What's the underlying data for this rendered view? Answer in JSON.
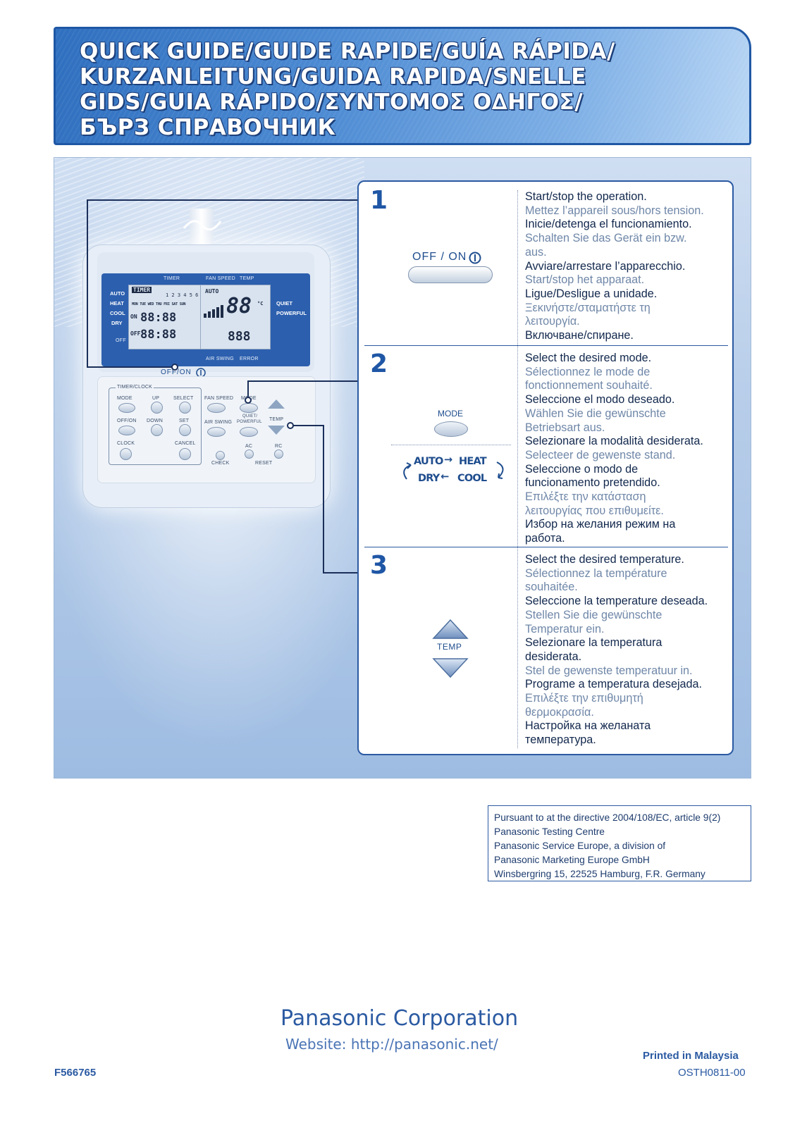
{
  "header": {
    "title_lines": [
      "QUICK GUIDE/GUIDE RAPIDE/GUÍA RÁPIDA/",
      "KURZANLEITUNG/GUIDA RAPIDA/SNELLE",
      "GIDS/GUIA RÁPIDO/ΣΥΝΤΟΜΟΣ Ο∆ΗΓΟΣ/",
      "БЪРЗ СПРАВОЧНИК"
    ]
  },
  "remote": {
    "lcd_top_labels": [
      "TIMER",
      "FAN SPEED",
      "TEMP"
    ],
    "lcd_modes_left": [
      "AUTO",
      "HEAT",
      "COOL",
      "DRY"
    ],
    "lcd_off": "OFF",
    "lcd_modes_right": [
      "QUIET",
      "POWERFUL"
    ],
    "lcd_timer_tag": "TIMER",
    "lcd_numbers": "1 2 3 4 5 6",
    "lcd_days": "MON TUE WED THU FRI SAT SUN",
    "lcd_auto": "AUTO",
    "lcd_on": "ON",
    "lcd_off_tag": "OFF",
    "lcd_time": "88:88",
    "lcd_temp": "88",
    "lcd_unit": "°C",
    "lcd_error_digits": "888",
    "lcd_bottom_labels": [
      "AIR SWING",
      "ERROR"
    ],
    "offon": "OFF/ON",
    "group_label": "TIMER/CLOCK",
    "buttons": {
      "mode": "MODE",
      "up": "UP",
      "select": "SELECT",
      "offon": "OFF/ON",
      "down": "DOWN",
      "set": "SET",
      "clock": "CLOCK",
      "cancel": "CANCEL",
      "fan_speed": "FAN SPEED",
      "mode2": "MODE",
      "air_swing": "AIR SWING",
      "quiet": "QUIET/",
      "powerful": "POWERFUL",
      "temp": "TEMP",
      "ac": "AC",
      "rc": "RC",
      "check": "CHECK",
      "reset": "RESET"
    }
  },
  "steps": [
    {
      "number": "1",
      "visual_label": "OFF / ON",
      "lines": [
        {
          "t": "Start/stop the operation.",
          "c": "a"
        },
        {
          "t": "Mettez l’appareil sous/hors tension.",
          "c": "b"
        },
        {
          "t": "Inicie/detenga el funcionamiento.",
          "c": "a"
        },
        {
          "t": "Schalten Sie das Gerät ein bzw.",
          "c": "b"
        },
        {
          "t": "aus.",
          "c": "b"
        },
        {
          "t": "Avviare/arrestare l’apparecchio.",
          "c": "a"
        },
        {
          "t": "Start/stop het apparaat.",
          "c": "b"
        },
        {
          "t": "Ligue/Desligue a unidade.",
          "c": "a"
        },
        {
          "t": "Ξεκινήστε/σταματήστε τη",
          "c": "b"
        },
        {
          "t": "λειτουργία.",
          "c": "b"
        },
        {
          "t": "Включване/спиране.",
          "c": "a"
        }
      ]
    },
    {
      "number": "2",
      "visual_label": "MODE",
      "cycle": {
        "auto": "AUTO",
        "heat": "HEAT",
        "dry": "DRY",
        "cool": "COOL"
      },
      "lines": [
        {
          "t": "Select the desired mode.",
          "c": "a"
        },
        {
          "t": "Sélectionnez le mode de",
          "c": "b"
        },
        {
          "t": "fonctionnement souhaité.",
          "c": "b"
        },
        {
          "t": "Seleccione el modo deseado.",
          "c": "a"
        },
        {
          "t": "Wählen Sie die gewünschte",
          "c": "b"
        },
        {
          "t": "Betriebsart aus.",
          "c": "b"
        },
        {
          "t": "Selezionare la modalità desiderata.",
          "c": "a"
        },
        {
          "t": "Selecteer de gewenste stand.",
          "c": "b"
        },
        {
          "t": "Seleccione o modo de",
          "c": "a"
        },
        {
          "t": "funcionamento pretendido.",
          "c": "a"
        },
        {
          "t": "Επιλέξτε την κατάσταση",
          "c": "b"
        },
        {
          "t": "λειτουργίας που επιθυμείτε.",
          "c": "b"
        },
        {
          "t": "Избор на желания режим на",
          "c": "a"
        },
        {
          "t": "работа.",
          "c": "a"
        }
      ]
    },
    {
      "number": "3",
      "visual_label": "TEMP",
      "lines": [
        {
          "t": "Select the desired temperature.",
          "c": "a"
        },
        {
          "t": "Sélectionnez la température",
          "c": "b"
        },
        {
          "t": "souhaitée.",
          "c": "b"
        },
        {
          "t": "Seleccione la temperature deseada.",
          "c": "a"
        },
        {
          "t": "Stellen Sie die gewünschte",
          "c": "b"
        },
        {
          "t": "Temperatur ein.",
          "c": "b"
        },
        {
          "t": "Selezionare la temperatura",
          "c": "a"
        },
        {
          "t": "desiderata.",
          "c": "a"
        },
        {
          "t": "Stel de gewenste temperatuur in.",
          "c": "b"
        },
        {
          "t": "Programe a temperatura desejada.",
          "c": "a"
        },
        {
          "t": "Επιλέξτε την επιθυμητή",
          "c": "b"
        },
        {
          "t": "θερμοκρασία.",
          "c": "b"
        },
        {
          "t": "Настройка на желаната",
          "c": "a"
        },
        {
          "t": "температура.",
          "c": "a"
        }
      ]
    }
  ],
  "legal": [
    "Pursuant to at the directive 2004/108/EC, article 9(2)",
    "Panasonic Testing Centre",
    "Panasonic Service Europe, a division of",
    "Panasonic Marketing Europe GmbH",
    "Winsbergring 15, 22525 Hamburg, F.R. Germany"
  ],
  "footer": {
    "corporation": "Panasonic Corporation",
    "website": "Website: http://panasonic.net/",
    "printed": "Printed in Malaysia",
    "code_left": "F566765",
    "code_right": "OSTH0811-00"
  },
  "colors": {
    "brand_blue": "#2b5aa2",
    "header_blue": "#2f6fbf",
    "text_dark": "#12284d",
    "text_light": "#6f87a8"
  }
}
